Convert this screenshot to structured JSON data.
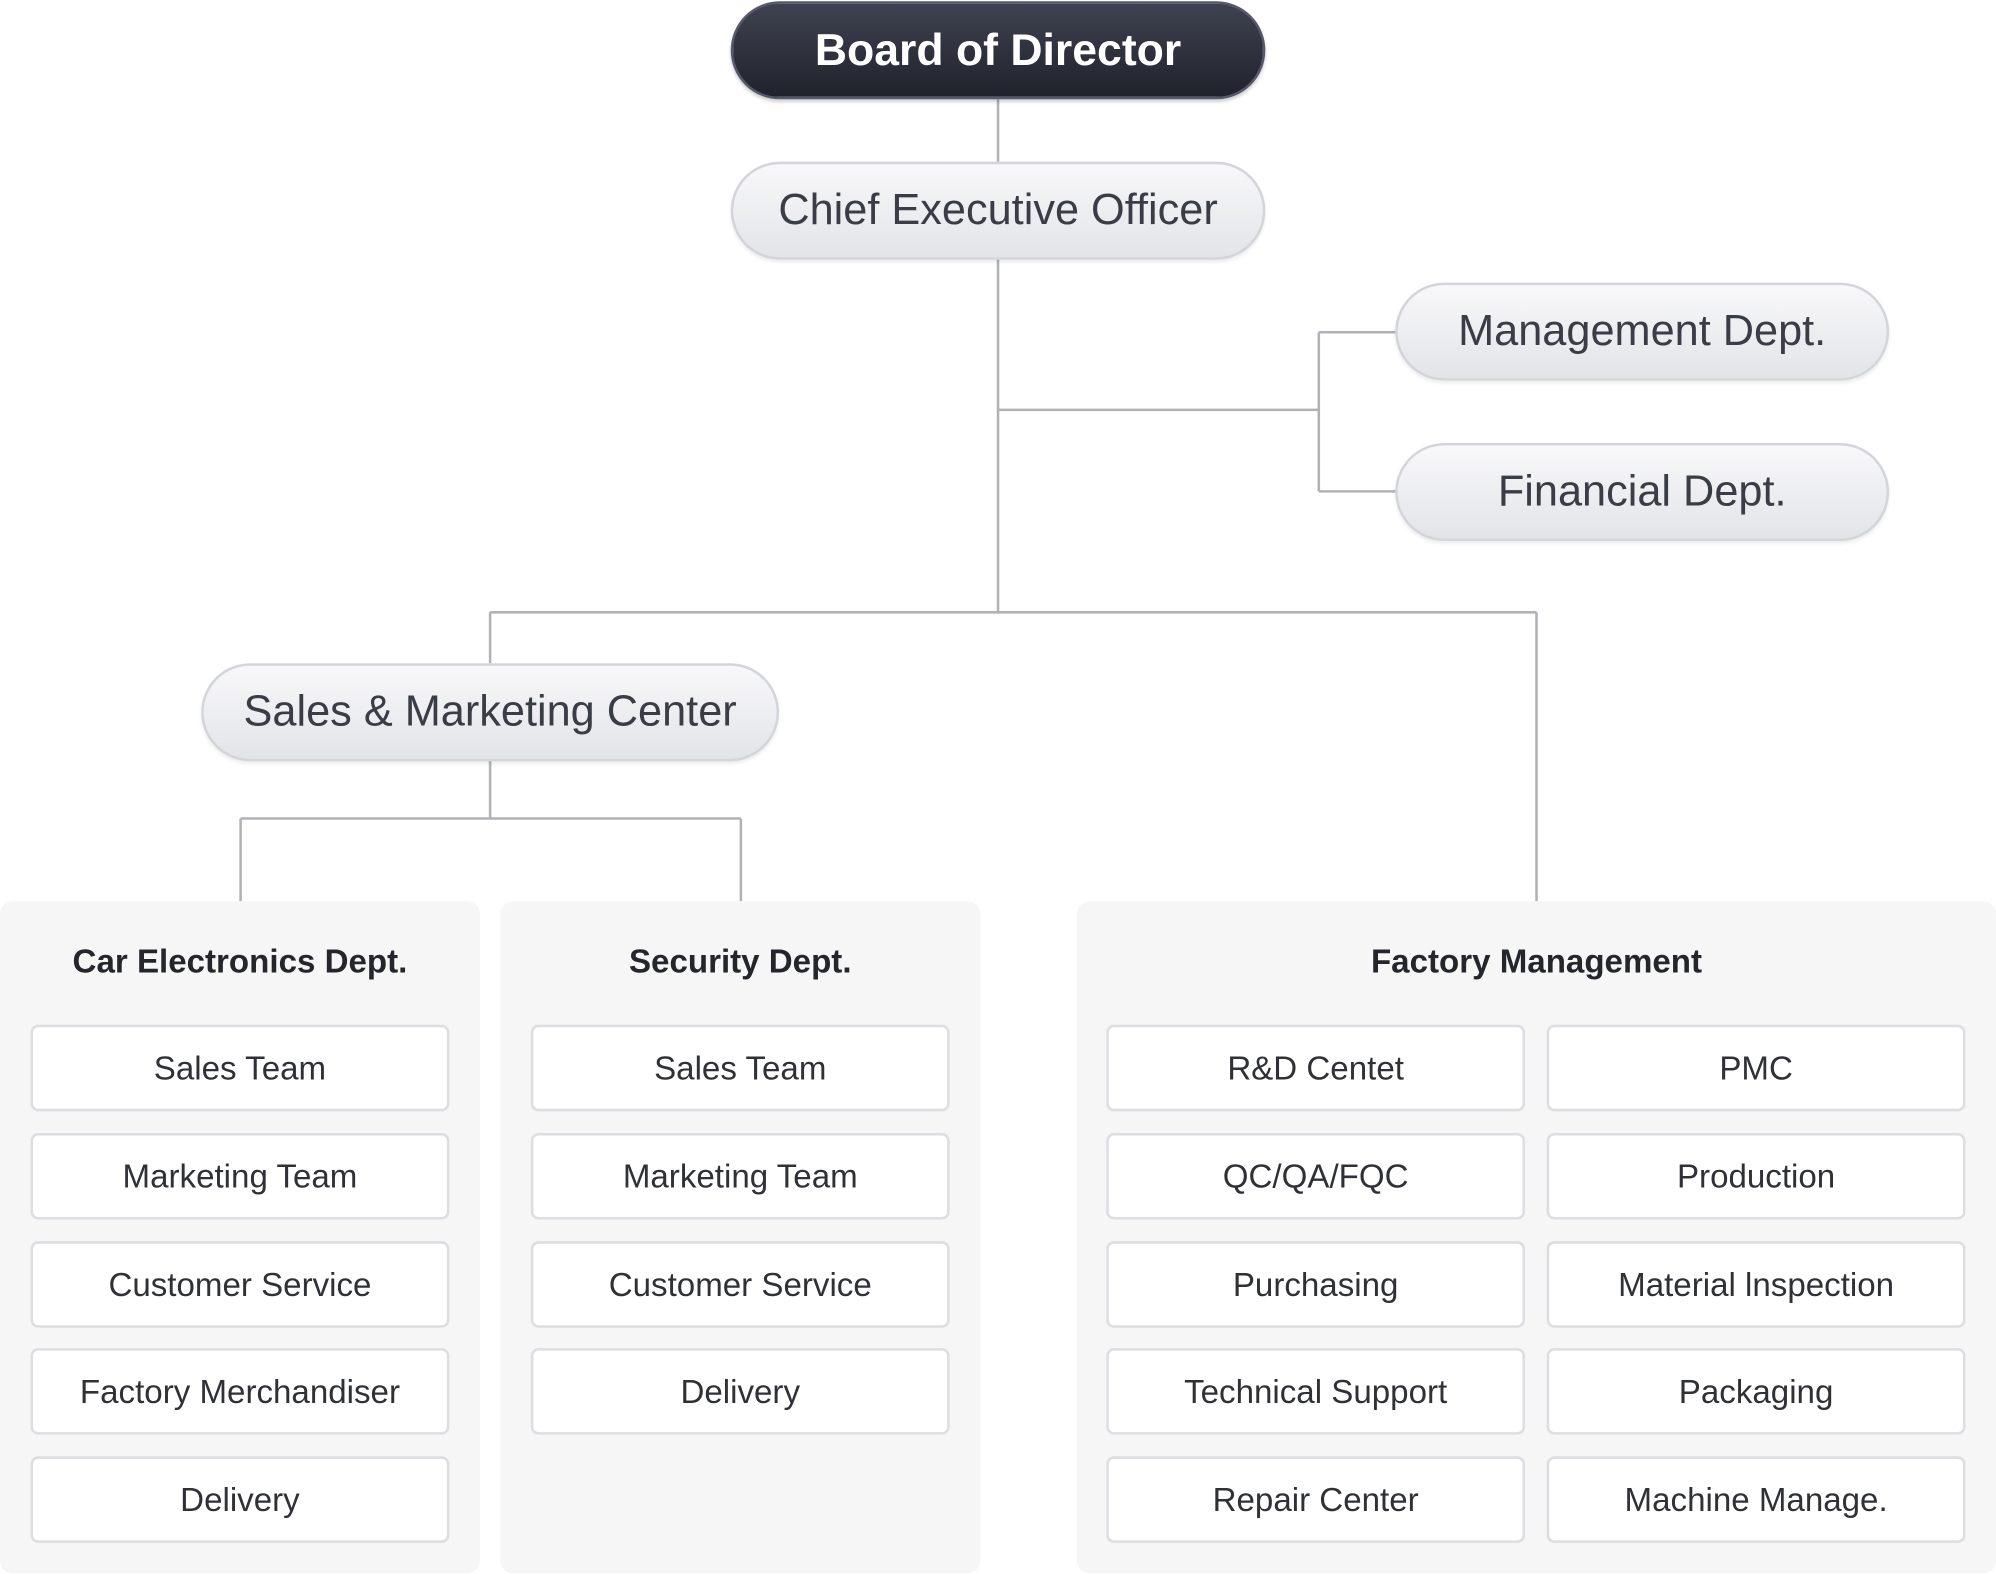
{
  "board": "Board of Director",
  "ceo": "Chief Executive Officer",
  "management": "Management Dept.",
  "financial": "Financial Dept.",
  "sales_center": "Sales & Marketing Center",
  "car_electronics": {
    "title": "Car Electronics Dept.",
    "items": [
      "Sales Team",
      "Marketing Team",
      "Customer Service",
      "Factory Merchandiser",
      "Delivery"
    ]
  },
  "security": {
    "title": "Security Dept.",
    "items": [
      "Sales Team",
      "Marketing Team",
      "Customer Service",
      "Delivery"
    ]
  },
  "factory": {
    "title": "Factory Management",
    "left": [
      "R&D Centet",
      "QC/QA/FQC",
      "Purchasing",
      "Technical Support",
      "Repair Center"
    ],
    "right": [
      "PMC",
      "Production",
      "Material lnspection",
      "Packaging",
      "Machine Manage."
    ]
  }
}
